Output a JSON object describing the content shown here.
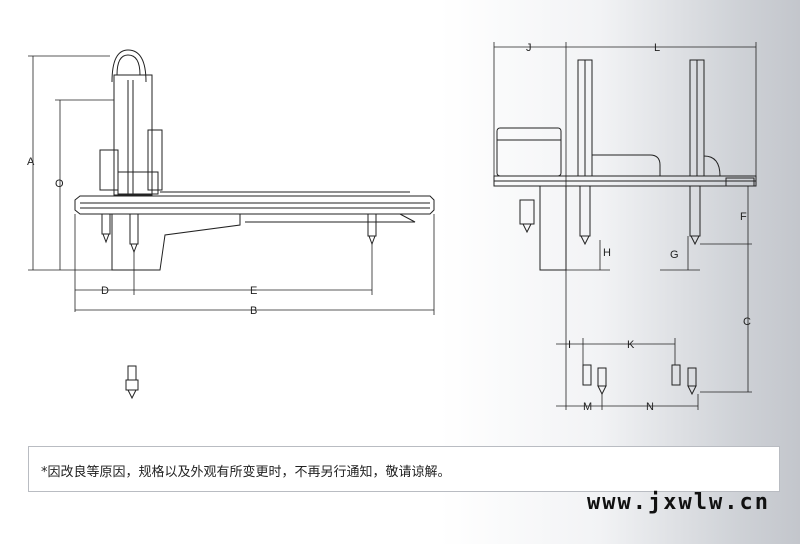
{
  "dimension_labels": {
    "A": "A",
    "O": "O",
    "D": "D",
    "E": "E",
    "B": "B",
    "J": "J",
    "L": "L",
    "F": "F",
    "H": "H",
    "G": "G",
    "C": "C",
    "I": "I",
    "K": "K",
    "M": "M",
    "N": "N"
  },
  "note": "*因改良等原因，规格以及外观有所变更时，不再另行通知，敬请谅解。",
  "watermark": "www.jxwlw.cn"
}
